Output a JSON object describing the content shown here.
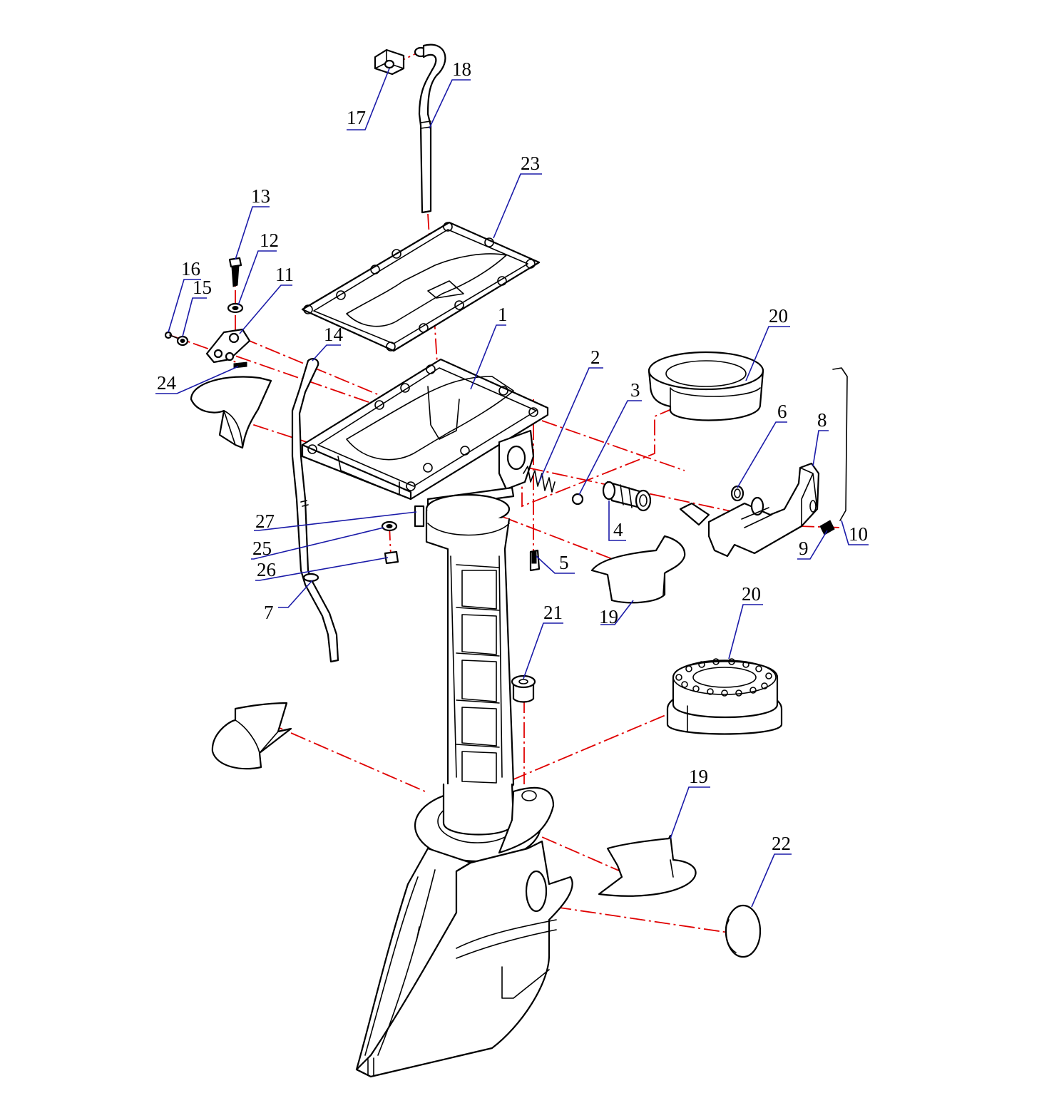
{
  "colors": {
    "line": "#000000",
    "axis": "#e00000",
    "leader": "#1a1aa8",
    "background": "#ffffff"
  },
  "callouts": [
    {
      "id": "1",
      "label": "1"
    },
    {
      "id": "2",
      "label": "2"
    },
    {
      "id": "3",
      "label": "3"
    },
    {
      "id": "4",
      "label": "4"
    },
    {
      "id": "5",
      "label": "5"
    },
    {
      "id": "6",
      "label": "6"
    },
    {
      "id": "7",
      "label": "7"
    },
    {
      "id": "8",
      "label": "8"
    },
    {
      "id": "9",
      "label": "9"
    },
    {
      "id": "10",
      "label": "10"
    },
    {
      "id": "11",
      "label": "11"
    },
    {
      "id": "12",
      "label": "12"
    },
    {
      "id": "13",
      "label": "13"
    },
    {
      "id": "14",
      "label": "14"
    },
    {
      "id": "15",
      "label": "15"
    },
    {
      "id": "16",
      "label": "16"
    },
    {
      "id": "17",
      "label": "17"
    },
    {
      "id": "18",
      "label": "18"
    },
    {
      "id": "19a",
      "label": "19"
    },
    {
      "id": "19b",
      "label": "19"
    },
    {
      "id": "20a",
      "label": "20"
    },
    {
      "id": "20b",
      "label": "20"
    },
    {
      "id": "21",
      "label": "21"
    },
    {
      "id": "22",
      "label": "22"
    },
    {
      "id": "23",
      "label": "23"
    },
    {
      "id": "24",
      "label": "24"
    },
    {
      "id": "25",
      "label": "25"
    },
    {
      "id": "26",
      "label": "26"
    },
    {
      "id": "27",
      "label": "27"
    }
  ]
}
